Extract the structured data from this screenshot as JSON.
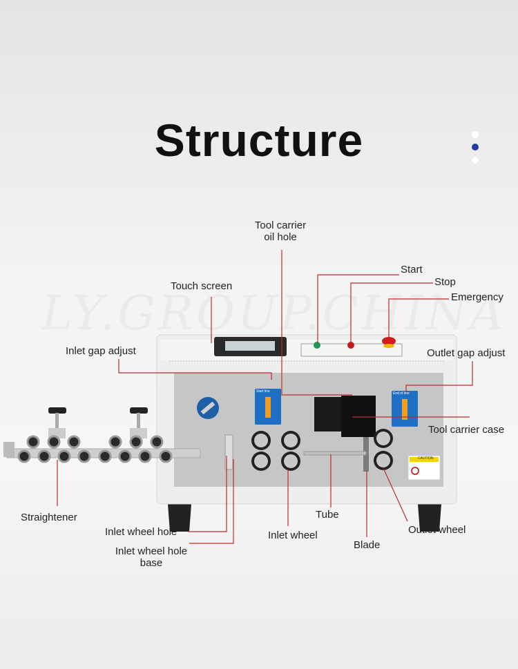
{
  "title": "Structure",
  "pager": {
    "count": 3,
    "active": 1
  },
  "watermark": "LY.GROUP.CHINA",
  "labels": {
    "tool_carrier_oil_hole": [
      "Tool carrier",
      "oil hole"
    ],
    "start": "Start",
    "stop": "Stop",
    "emergency": "Emergency",
    "touch_screen": "Touch screen",
    "inlet_gap_adjust": "Inlet gap adjust",
    "outlet_gap_adjust": "Outlet gap adjust",
    "tool_carrier_case": "Tool carrier case",
    "straightener": "Straightener",
    "inlet_wheel_hole": "Inlet wheel hole",
    "inlet_wheel_hole_base": [
      "Inlet wheel hole",
      "base"
    ],
    "inlet_wheel": "Inlet wheel",
    "tube": "Tube",
    "blade": "Blade",
    "outlet_wheel": "Outlet wheel"
  },
  "panel": {
    "start_line": "Start line",
    "end_line": "End of line",
    "caution": "CAUTION"
  },
  "colors": {
    "leader": "#c0282d",
    "accent": "#1f3f9a",
    "panel_blue": "#1f6fc4"
  }
}
